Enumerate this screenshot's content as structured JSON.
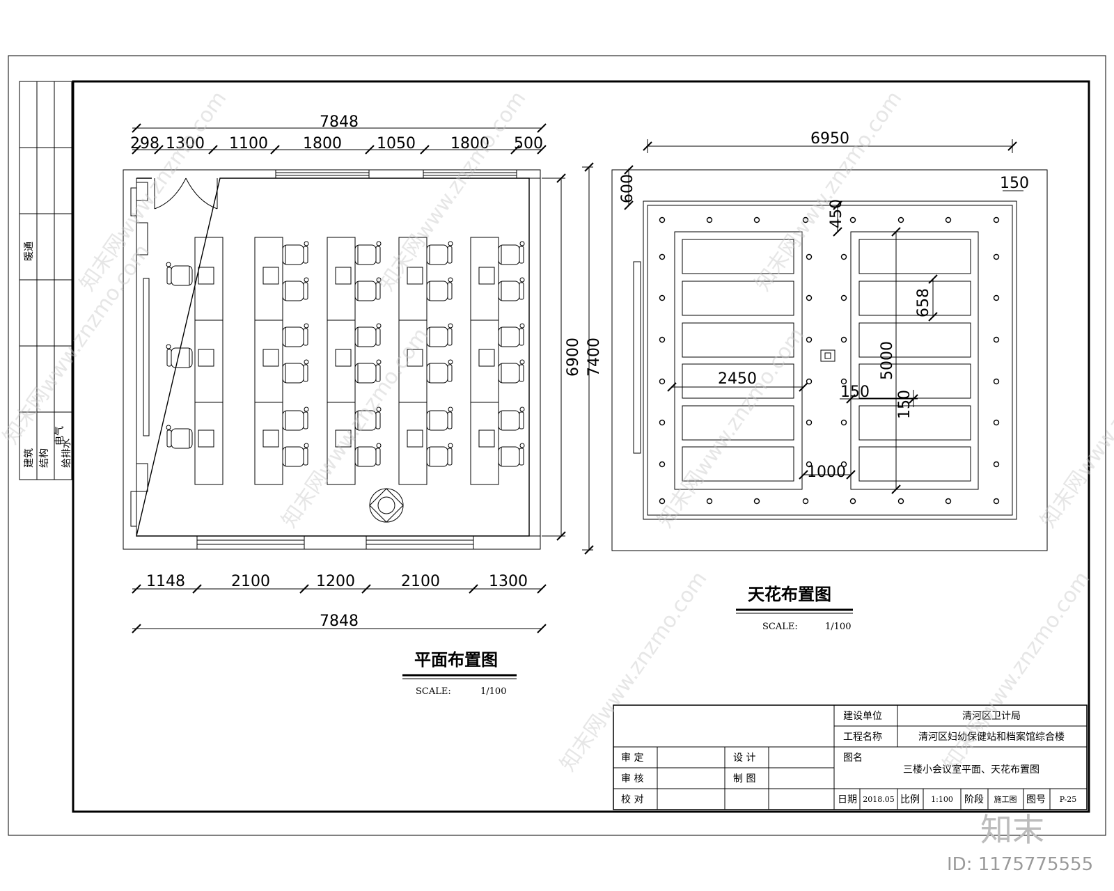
{
  "plan": {
    "top_total": "7848",
    "top_segments": [
      "298",
      "1300",
      "1100",
      "1800",
      "1050",
      "1800",
      "500"
    ],
    "bottom_segments": [
      "1148",
      "2100",
      "1200",
      "2100",
      "1300"
    ],
    "bottom_total": "7848",
    "right_inner": "6900",
    "right_outer": "7400",
    "title": "平面布置图",
    "scale_label": "SCALE:",
    "scale_value": "1/100"
  },
  "ceiling": {
    "top_total": "6950",
    "dim_600": "600",
    "dim_150_top": "150",
    "dim_450": "450",
    "dim_658": "658",
    "dim_5000": "5000",
    "dim_2450": "2450",
    "dim_150_a": "150",
    "dim_150_b": "150",
    "dim_1000": "1000",
    "title": "天花布置图",
    "scale_label": "SCALE:",
    "scale_value": "1/100"
  },
  "side_strip": {
    "label_1": "暖通",
    "label_2": "建筑",
    "label_3": "结构",
    "label_4": "电气",
    "label_5": "给排水"
  },
  "title_block": {
    "client_label": "建设单位",
    "client_value": "清河区卫计局",
    "project_label": "工程名称",
    "project_value": "清河区妇幼保健站和档案馆综合楼",
    "drawing_label": "图名",
    "drawing_value": "三楼小会议室平面、天花布置图",
    "approve_label": "审  定",
    "review_label": "审  核",
    "check_label": "校  对",
    "design_label": "设  计",
    "draft_label": "制  图",
    "date_label": "日期",
    "date_value": "2018.05",
    "ratio_label": "比例",
    "ratio_value": "1:100",
    "stage_label": "阶段",
    "stage_value": "施工图",
    "sheet_label": "图号",
    "sheet_value": "P-25"
  },
  "watermark": {
    "text": "知末网www.znzmo.com",
    "logo": "知末",
    "id": "ID: 1175775555"
  }
}
